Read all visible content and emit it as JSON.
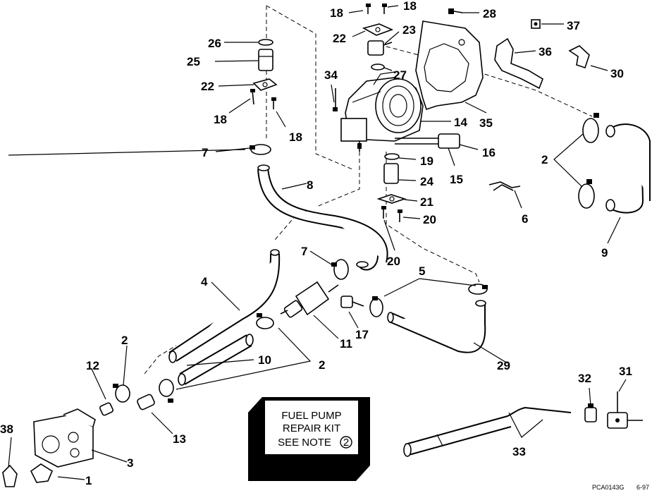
{
  "labels": {
    "p1": "1",
    "p2a": "2",
    "p2b": "2",
    "p2c": "2",
    "p3": "3",
    "p4": "4",
    "p5": "5",
    "p6": "6",
    "p7a": "7",
    "p7b": "7",
    "p8": "8",
    "p9": "9",
    "p10": "10",
    "p11": "11",
    "p12": "12",
    "p13": "13",
    "p14": "14",
    "p15": "15",
    "p16": "16",
    "p17": "17",
    "p18a": "18",
    "p18b": "18",
    "p18c": "18",
    "p18d": "18",
    "p19": "19",
    "p20a": "20",
    "p20b": "20",
    "p21": "21",
    "p22a": "22",
    "p22b": "22",
    "p23": "23",
    "p24": "24",
    "p25": "25",
    "p26": "26",
    "p27": "27",
    "p28": "28",
    "p29": "29",
    "p30": "30",
    "p31": "31",
    "p32": "32",
    "p33": "33",
    "p34": "34",
    "p35": "35",
    "p36": "36",
    "p37": "37",
    "p38": "38"
  },
  "kit_box": {
    "line1": "FUEL PUMP",
    "line2": "REPAIR KIT",
    "line3": "SEE NOTE",
    "note_number": "2"
  },
  "footer": {
    "code": "PCA0143G",
    "date": "6-97"
  }
}
